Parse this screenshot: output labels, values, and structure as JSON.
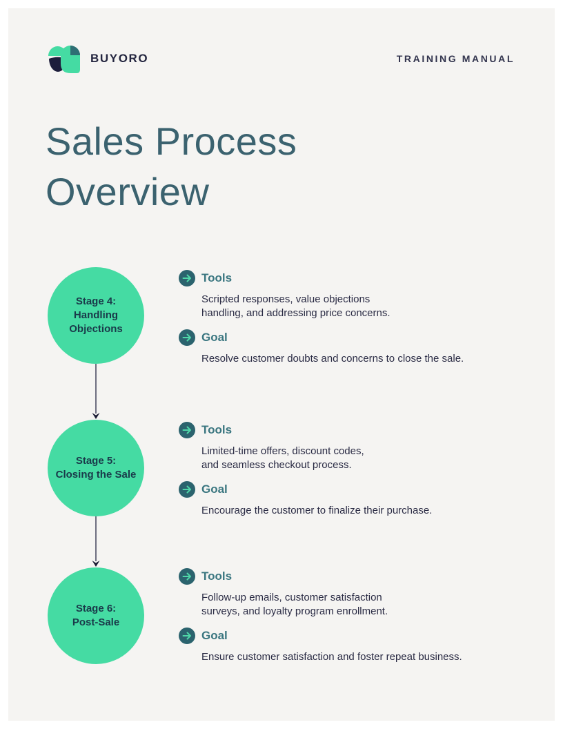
{
  "page": {
    "brand": "BUYORO",
    "doc_label": "TRAINING MANUAL",
    "title_line1": "Sales Process",
    "title_line2": "Overview"
  },
  "colors": {
    "page_frame": "#FFFFFF",
    "canvas_background": "#F5F4F2",
    "accent_green": "#45DBA3",
    "dark_navy_text": "#2A2B44",
    "brand_navy": "#23253F",
    "title_teal": "#3B626F",
    "section_label_teal": "#3A7680",
    "icon_circle_teal": "#2B636E",
    "icon_arrow_green": "#4FD7A8",
    "circle_label_text": "#1A3A4A",
    "connector_line": "#40415A",
    "connector_arrowhead": "#191A33"
  },
  "icons": {
    "arrow_right_icon": "→",
    "arrow_down_icon": "↓",
    "buyoro_logo_icon": "two-shape leaf mark"
  },
  "stages": [
    {
      "circle_lines": [
        "Stage 4:",
        "Handling",
        "Objections"
      ],
      "tools_label": "Tools",
      "tools_lines": [
        "Scripted responses, value objections",
        "handling, and addressing price concerns."
      ],
      "goal_label": "Goal",
      "goal_lines": [
        "Resolve customer doubts and concerns to close the sale."
      ]
    },
    {
      "circle_lines": [
        "Stage 5:",
        "Closing the Sale"
      ],
      "tools_label": "Tools",
      "tools_lines": [
        "Limited-time offers, discount codes,",
        "and seamless checkout process."
      ],
      "goal_label": "Goal",
      "goal_lines": [
        "Encourage the customer to finalize their purchase."
      ]
    },
    {
      "circle_lines": [
        "Stage 6:",
        "Post-Sale"
      ],
      "tools_label": "Tools",
      "tools_lines": [
        "Follow-up emails, customer satisfaction",
        "surveys, and loyalty program enrollment."
      ],
      "goal_label": "Goal",
      "goal_lines": [
        "Ensure customer satisfaction and foster repeat business."
      ]
    }
  ]
}
